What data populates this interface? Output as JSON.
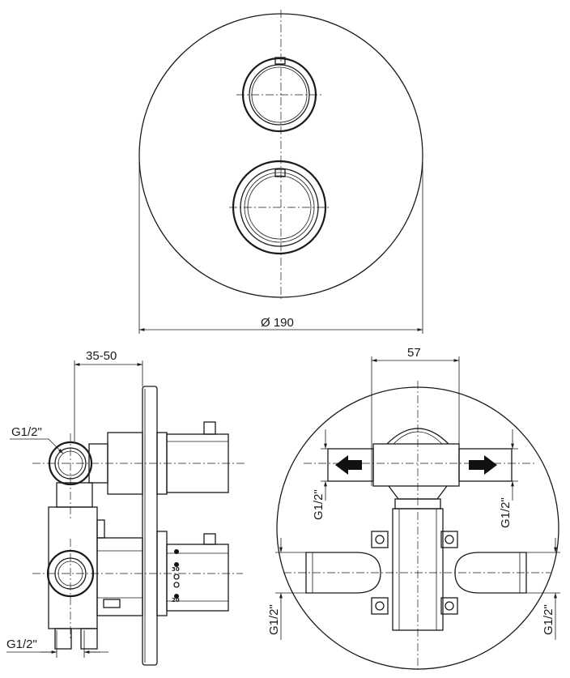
{
  "dimensions": {
    "diameter": "Ø 190",
    "depth_range": "35-50",
    "outlet_spacing": "57"
  },
  "connections": {
    "side_top": "G1/2\"",
    "side_bottom": "G1/2\"",
    "rear_left_top": "G1/2\"",
    "rear_right_top": "G1/2\"",
    "rear_left_bottom": "G1/2\"",
    "rear_right_bottom": "G1/2\""
  },
  "scale_marks": {
    "upper": "30",
    "lower": "20"
  },
  "icons": [
    "left-flow-arrow-icon",
    "right-flow-arrow-icon"
  ]
}
